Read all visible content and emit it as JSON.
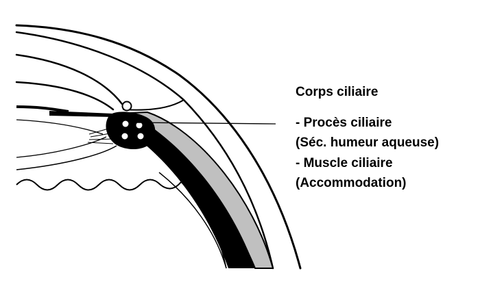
{
  "title": "Corps ciliaire",
  "lines": [
    "- Procès ciliaire",
    "(Séc. humeur aqueuse)",
    "- Muscle ciliaire",
    "(Accommodation)"
  ],
  "colors": {
    "ink": "#000000",
    "fill_gray": "#c0c0c0",
    "background": "#ffffff"
  }
}
